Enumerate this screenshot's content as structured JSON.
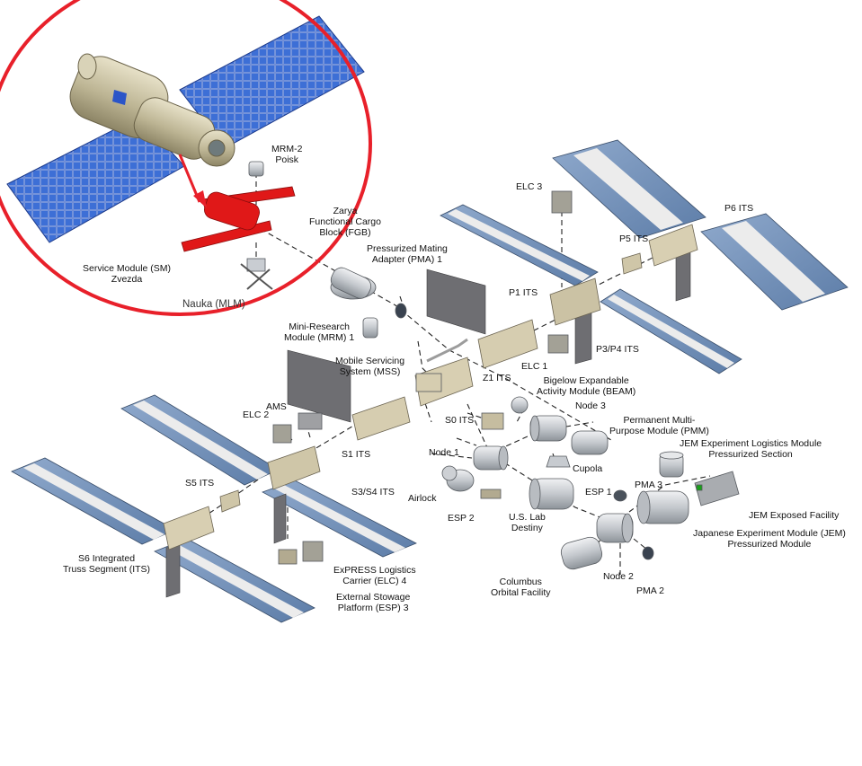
{
  "colors": {
    "highlight_circle": "#e8202a",
    "solar_array": "#6f8fb8",
    "solar_array_dark": "#4f6f98",
    "solar_array_core": "#e8e8e8",
    "truss": "#c9bfa4",
    "module": "#cfd2d6",
    "zvezda_panel": "#2a4fb8",
    "zvezda_highlight": "#e01818"
  },
  "labels": {
    "mrm2": [
      "MRM-2",
      "Poisk"
    ],
    "zarya": [
      "Zarya",
      "Functional Cargo",
      "Block (FGB)"
    ],
    "pma1": [
      "Pressurized Mating",
      "Adapter (PMA) 1"
    ],
    "service_module": [
      "Service Module (SM)",
      "Zvezda"
    ],
    "nauka": "Nauka (MLM)",
    "mrm1": [
      "Mini-Research",
      "Module (MRM) 1"
    ],
    "mss": [
      "Mobile Servicing",
      "System (MSS)"
    ],
    "elc3": "ELC 3",
    "p6": "P6 ITS",
    "p5": "P5 ITS",
    "p1": "P1 ITS",
    "p3p4": "P3/P4 ITS",
    "elc1": "ELC 1",
    "beam": [
      "Bigelow Expandable",
      "Activity Module (BEAM)"
    ],
    "z1": "Z1 ITS",
    "s0": "S0 ITS",
    "node3": "Node 3",
    "pmm": [
      "Permanent Multi-",
      "Purpose Module (PMM)"
    ],
    "ams": "AMS",
    "elc2": "ELC 2",
    "s1": "S1 ITS",
    "node1": "Node 1",
    "cupola": "Cupola",
    "jem_elm": [
      "JEM Experiment Logistics Module",
      "Pressurized Section"
    ],
    "s5": "S5 ITS",
    "s3s4": "S3/S4 ITS",
    "airlock": "Airlock",
    "esp1": "ESP 1",
    "pma3": "PMA 3",
    "jem_ef": "JEM Exposed Facility",
    "esp2": "ESP 2",
    "us_lab": [
      "U.S. Lab",
      "Destiny"
    ],
    "jem_pm": [
      "Japanese Experiment Module (JEM)",
      "Pressurized Module"
    ],
    "s6": [
      "S6 Integrated",
      "Truss Segment (ITS)"
    ],
    "elc4": [
      "ExPRESS Logistics",
      "Carrier (ELC) 4"
    ],
    "esp3": [
      "External Stowage",
      "Platform (ESP) 3"
    ],
    "columbus": [
      "Columbus",
      "Orbital Facility"
    ],
    "node2": "Node 2",
    "pma2": "PMA 2"
  }
}
